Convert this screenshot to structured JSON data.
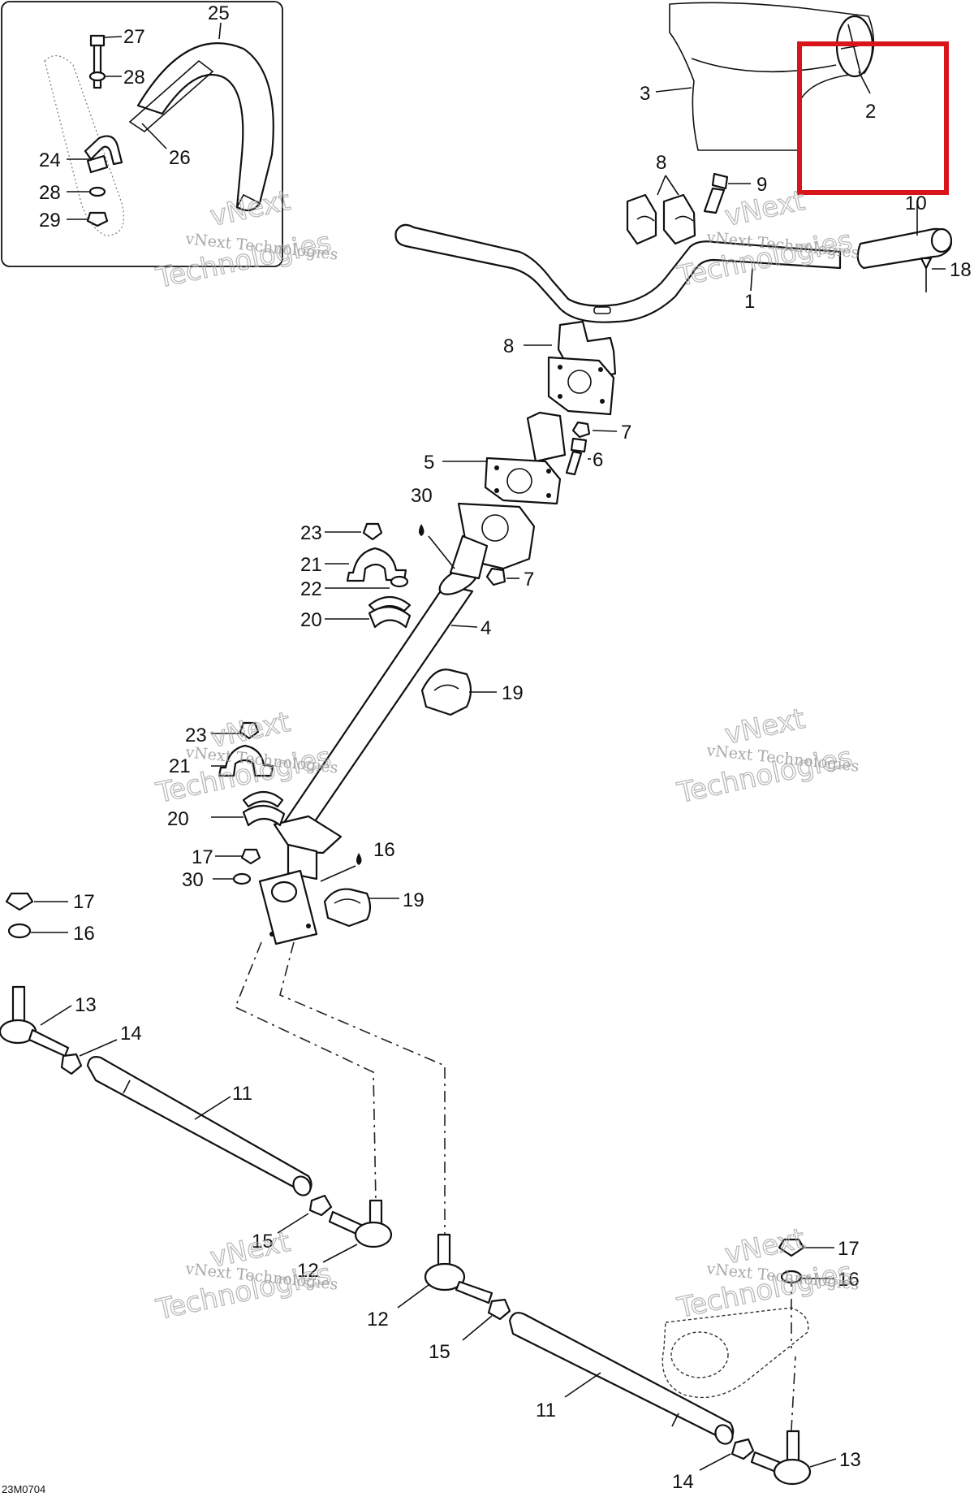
{
  "diagram": {
    "reference_code": "23M0704",
    "watermark": {
      "line1": "vNext Technologies",
      "line2": "Technologies",
      "line3": "vNext"
    },
    "highlight_color": "#d9141b",
    "callouts": [
      {
        "id": "c27",
        "text": "27"
      },
      {
        "id": "c28a",
        "text": "28"
      },
      {
        "id": "c24",
        "text": "24"
      },
      {
        "id": "c28b",
        "text": "28"
      },
      {
        "id": "c29",
        "text": "29"
      },
      {
        "id": "c25",
        "text": "25"
      },
      {
        "id": "c26",
        "text": "26"
      },
      {
        "id": "c3",
        "text": "3"
      },
      {
        "id": "c2",
        "text": "2"
      },
      {
        "id": "c8a",
        "text": "8"
      },
      {
        "id": "c9",
        "text": "9"
      },
      {
        "id": "c10",
        "text": "10"
      },
      {
        "id": "c18",
        "text": "18"
      },
      {
        "id": "c1",
        "text": "1"
      },
      {
        "id": "c8b",
        "text": "8"
      },
      {
        "id": "c7a",
        "text": "7"
      },
      {
        "id": "c6",
        "text": "6"
      },
      {
        "id": "c5",
        "text": "5"
      },
      {
        "id": "c30a",
        "text": "30"
      },
      {
        "id": "c23a",
        "text": "23"
      },
      {
        "id": "c21a",
        "text": "21"
      },
      {
        "id": "c22",
        "text": "22"
      },
      {
        "id": "c7b",
        "text": "7"
      },
      {
        "id": "c20a",
        "text": "20"
      },
      {
        "id": "c4",
        "text": "4"
      },
      {
        "id": "c19a",
        "text": "19"
      },
      {
        "id": "c23b",
        "text": "23"
      },
      {
        "id": "c21b",
        "text": "21"
      },
      {
        "id": "c20b",
        "text": "20"
      },
      {
        "id": "c17a",
        "text": "17"
      },
      {
        "id": "c16a",
        "text": "16"
      },
      {
        "id": "c30b",
        "text": "30"
      },
      {
        "id": "c19b",
        "text": "19"
      },
      {
        "id": "c17b",
        "text": "17"
      },
      {
        "id": "c16b",
        "text": "16"
      },
      {
        "id": "c13a",
        "text": "13"
      },
      {
        "id": "c14a",
        "text": "14"
      },
      {
        "id": "c11a",
        "text": "11"
      },
      {
        "id": "c15a",
        "text": "15"
      },
      {
        "id": "c12a",
        "text": "12"
      },
      {
        "id": "c12b",
        "text": "12"
      },
      {
        "id": "c15b",
        "text": "15"
      },
      {
        "id": "c11b",
        "text": "11"
      },
      {
        "id": "c17c",
        "text": "17"
      },
      {
        "id": "c16c",
        "text": "16"
      },
      {
        "id": "c13b",
        "text": "13"
      },
      {
        "id": "c14b",
        "text": "14"
      }
    ]
  }
}
